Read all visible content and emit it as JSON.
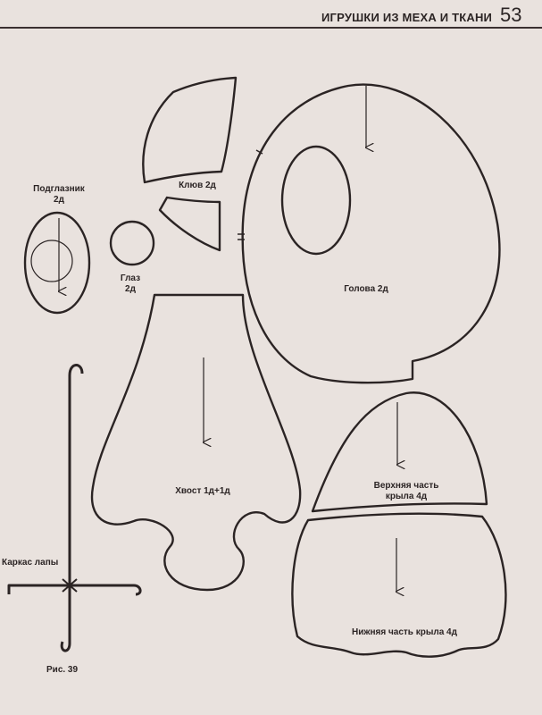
{
  "header": {
    "title": "ИГРУШКИ ИЗ МЕХА И ТКАНИ",
    "page_number": "53"
  },
  "labels": {
    "podglaznik": "Подглазник\n2д",
    "klyuv": "Клюв 2д",
    "glaz": "Глаз\n2д",
    "golova": "Голова 2д",
    "hvost": "Хвост 1д+1д",
    "verhnyaya_chast": "Верхняя часть\nкрыла 4д",
    "nizhnyaya_chast": "Нижняя часть крыла 4д",
    "karkas": "Каркас лапы"
  },
  "caption": "Рис. 39"
}
